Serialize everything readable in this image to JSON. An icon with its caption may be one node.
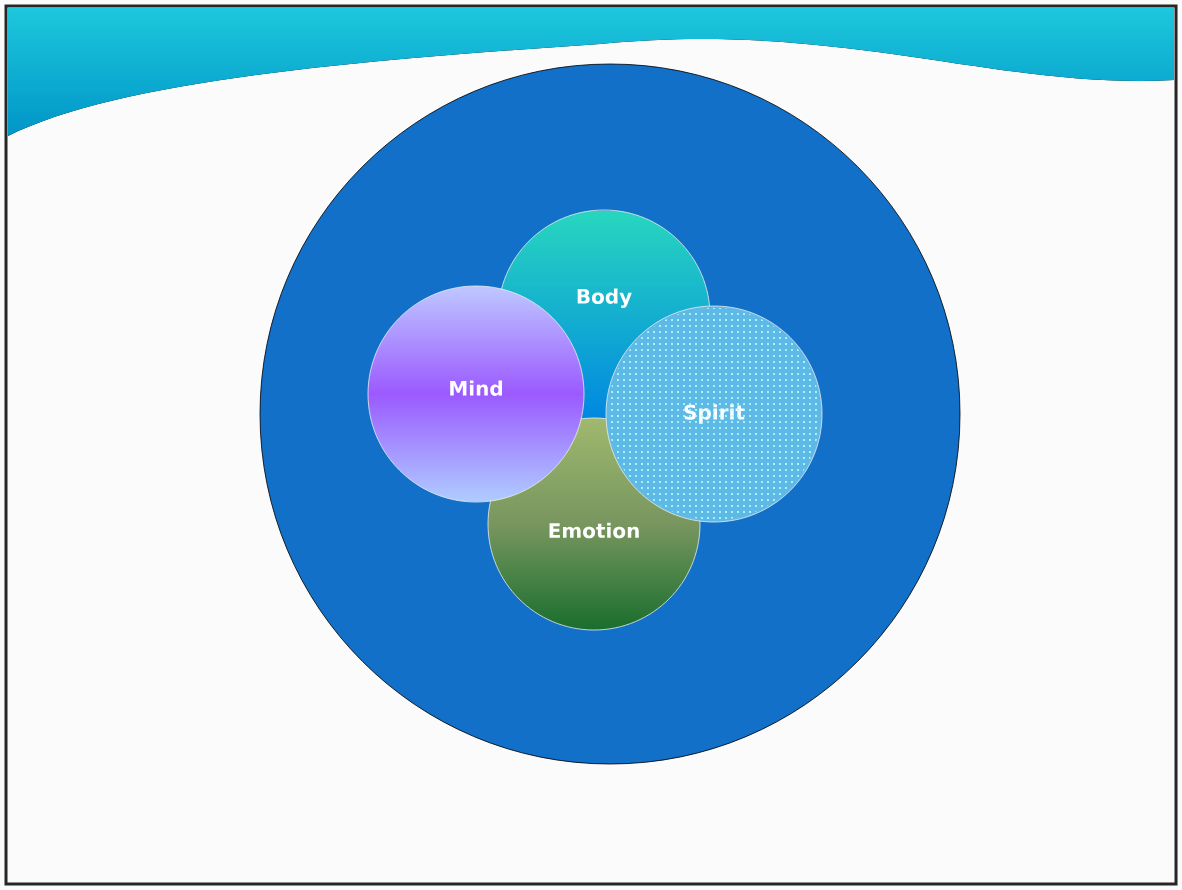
{
  "diagram": {
    "nodes": [
      {
        "text": [],
        "shape": "circle"
      },
      {
        "text": [
          "Body"
        ],
        "in": 0
      },
      {
        "text": [
          "Mind"
        ],
        "in": 0
      },
      {
        "text": [
          "Spirit"
        ],
        "in": 0
      },
      {
        "text": [
          "Emotion"
        ],
        "in": 0
      }
    ]
  }
}
